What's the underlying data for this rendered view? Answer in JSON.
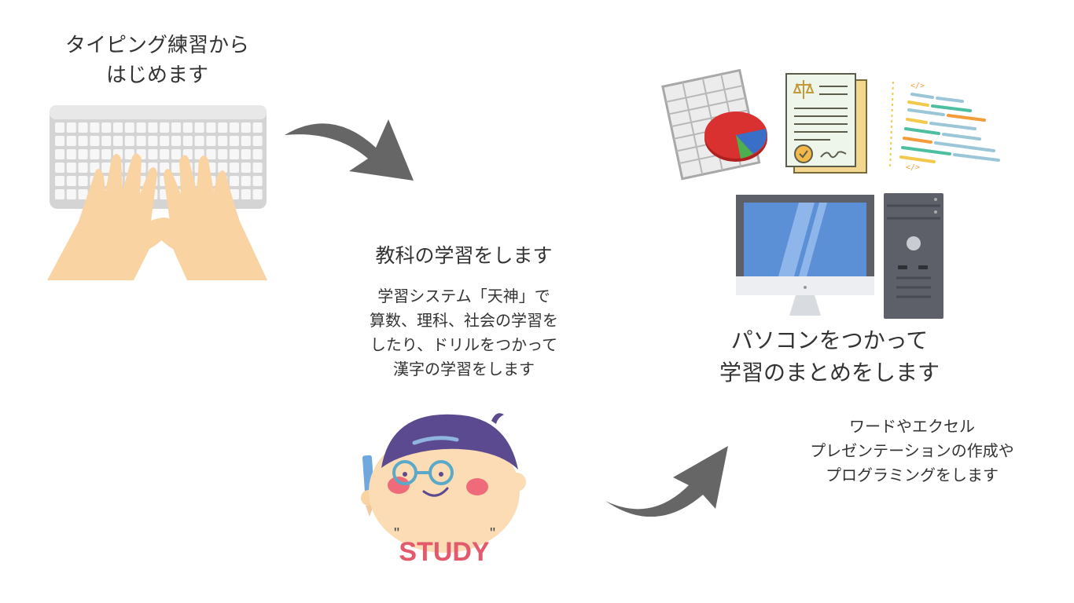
{
  "typing": {
    "title_lines": [
      "タイピング練習から",
      "はじめます"
    ]
  },
  "subjects": {
    "title": "教科の学習をします",
    "desc_lines": [
      "学習システム「天神」で",
      "算数、理科、社会の学習を",
      "したり、ドリルをつかって",
      "漢字の学習をします"
    ]
  },
  "pc": {
    "title_lines": [
      "パソコンをつかって",
      "学習のまとめをします"
    ],
    "desc_lines": [
      "ワードやエクセル",
      "プレゼンテーションの作成や",
      "プログラミングをします"
    ]
  },
  "study_badge": "STUDY",
  "colors": {
    "arrow": "#666666",
    "text": "#333333",
    "skin": "#f9d3a2",
    "hair": "#5b4a8f",
    "screen": "#5b8fd6",
    "tower": "#5d6068"
  },
  "icons": [
    "keyboard-hands-icon",
    "spreadsheet-chart-icon",
    "certificate-document-icon",
    "code-listing-icon",
    "desktop-computer-icon",
    "student-boy-icon"
  ]
}
